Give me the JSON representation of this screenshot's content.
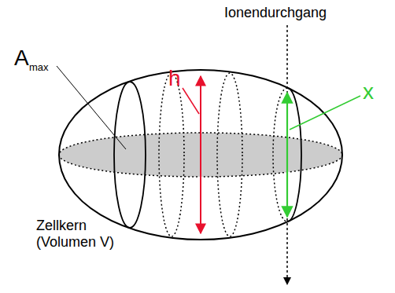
{
  "diagram": {
    "labels": [
      "Ionendurchgang",
      "h",
      "A",
      "max",
      "x",
      "Zellkern (Volumen V)"
    ]
  }
}
